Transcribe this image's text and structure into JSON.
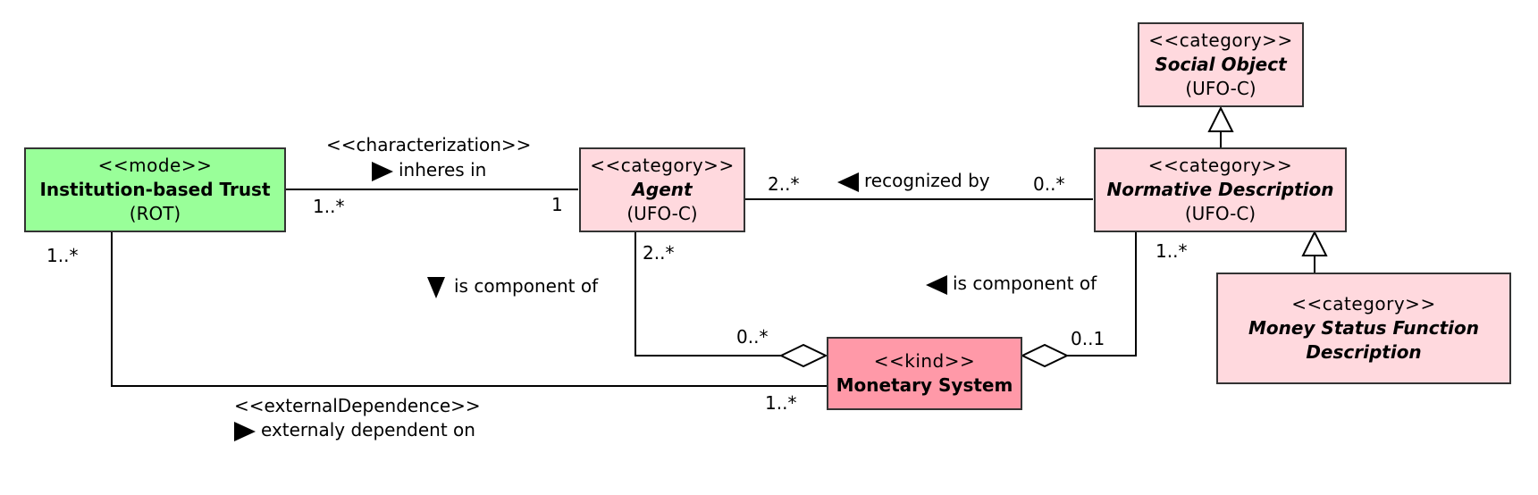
{
  "colors": {
    "mode_fill": "#99ff99",
    "category_fill": "#ffd9de",
    "kind_fill": "#ff99a8",
    "border": "#333333",
    "line": "#000000"
  },
  "classes": {
    "institution_trust": {
      "stereotype": "<<mode>>",
      "name": "Institution-based Trust",
      "source": "(ROT)"
    },
    "agent": {
      "stereotype": "<<category>>",
      "name": "Agent",
      "source": "(UFO-C)"
    },
    "normative_description": {
      "stereotype": "<<category>>",
      "name": "Normative Description",
      "source": "(UFO-C)"
    },
    "social_object": {
      "stereotype": "<<category>>",
      "name": "Social Object",
      "source": "(UFO-C)"
    },
    "money_status": {
      "stereotype": "<<category>>",
      "name_line1": "Money Status Function",
      "name_line2": "Description"
    },
    "monetary_system": {
      "stereotype": "<<kind>>",
      "name": "Monetary System"
    }
  },
  "associations": {
    "inheres_in": {
      "stereotype": "<<characterization>>",
      "label": "inheres in",
      "mult_source": "1..*",
      "mult_target": "1"
    },
    "recognized_by": {
      "label": "recognized by",
      "mult_source": "2..*",
      "mult_target": "0..*"
    },
    "agent_component": {
      "label": "is component of",
      "mult_part": "2..*",
      "mult_whole": "0..*"
    },
    "norm_component": {
      "label": "is component of",
      "mult_part": "1..*",
      "mult_whole": "0..1"
    },
    "external_dependence": {
      "stereotype": "<<externalDependence>>",
      "label": "externaly dependent on",
      "mult_source": "1..*",
      "mult_target": "1..*"
    }
  }
}
